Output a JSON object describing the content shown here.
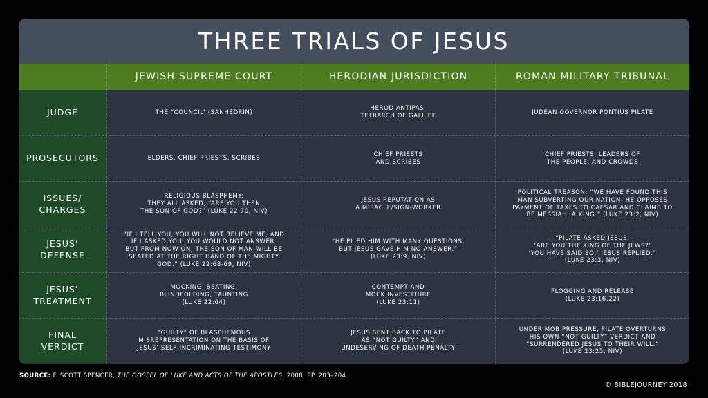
{
  "title": "THREE TRIALS OF JESUS",
  "columns": [
    "JEWISH SUPREME COURT",
    "HERODIAN JURISDICTION",
    "ROMAN MILITARY TRIBUNAL"
  ],
  "rows": [
    {
      "label": "JUDGE",
      "cells": [
        "THE “COUNCIL” (SANHEDRIN)",
        "HEROD ANTIPAS,\nTETRARCH OF GALILEE",
        "JUDEAN GOVERNOR PONTIUS PILATE"
      ]
    },
    {
      "label": "PROSECUTORS",
      "cells": [
        "ELDERS, CHIEF PRIESTS, SCRIBES",
        "CHIEF PRIESTS\nAND SCRIBES",
        "CHIEF PRIESTS, LEADERS OF\nTHE PEOPLE, AND CROWDS"
      ]
    },
    {
      "label": "ISSUES/\nCHARGES",
      "cells": [
        "RELIGIOUS BLASPHEMY:\nTHEY ALL ASKED, “ARE YOU THEN\nTHE SON OF GOD?” (LUKE 22:70, NIV)",
        "JESUS REPUTATION AS\nA MIRACLE/SIGN-WORKER",
        "POLITICAL TREASON: “WE HAVE FOUND THIS\nMAN SUBVERTING OUR NATION. HE OPPOSES\nPAYMENT OF TAXES TO CAESAR AND CLAIMS TO\nBE MESSIAH, A KING.” (LUKE 23:2, NIV)"
      ]
    },
    {
      "label": "JESUS’\nDEFENSE",
      "cells": [
        "“IF I TELL YOU, YOU WILL NOT BELIEVE ME, AND\nIF I ASKED YOU, YOU WOULD NOT ANSWER.\nBUT FROM NOW ON, THE SON OF MAN WILL BE\nSEATED AT THE RIGHT HAND OF THE MIGHTY\nGOD.” (LUKE 22:68-69, NIV)",
        "“HE PLIED HIM WITH MANY QUESTIONS,\nBUT JESUS GAVE HIM NO ANSWER.”\n(LUKE 23:9, NIV)",
        "“PILATE ASKED JESUS,\n‘ARE YOU THE KING OF THE JEWS?’\n‘YOU HAVE SAID SO,’ JESUS REPLIED.”\n(LUKE 23:3, NIV)"
      ]
    },
    {
      "label": "JESUS’\nTREATMENT",
      "cells": [
        "MOCKING, BEATING,\nBLINDFOLDING, TAUNTING\n(LUKE 22:64)",
        "CONTEMPT AND\nMOCK INVESTITURE\n(LUKE 23:11)",
        "FLOGGING AND RELEASE\n(LUKE 23:16,22)"
      ]
    },
    {
      "label": "FINAL\nVERDICT",
      "cells": [
        "“GUILTY” OF BLASPHEMOUS\nMISREPRESENTATION ON THE BASIS OF\nJESUS’ SELF-INCRIMINATING TESTIMONY",
        "JESUS SENT BACK TO PILATE\nAS “NOT GUILTY” AND\nUNDESERVING OF DEATH PENALTY",
        "UNDER MOB PRESSURE, PILATE OVERTURNS\nHIS OWN “NOT GUILTY” VERDICT AND\n“SURRENDERED JESUS TO THEIR WILL.”\n(LUKE 23:25, NIV)"
      ]
    }
  ],
  "footer": {
    "source_label": "SOURCE:",
    "source_author": " F. SCOTT SPENCER, ",
    "source_title": "THE GOSPEL OF LUKE AND ACTS OF THE APOSTLES",
    "source_rest": ", 2008, PP. 203–204.",
    "copyright": "© BIBLEJOURNEY 2018"
  },
  "colors": {
    "background": "#000000",
    "title_bar": "#454e5c",
    "header_green": "#4e7d1f",
    "label_green": "#1f4a28",
    "body": "#2d3441"
  }
}
